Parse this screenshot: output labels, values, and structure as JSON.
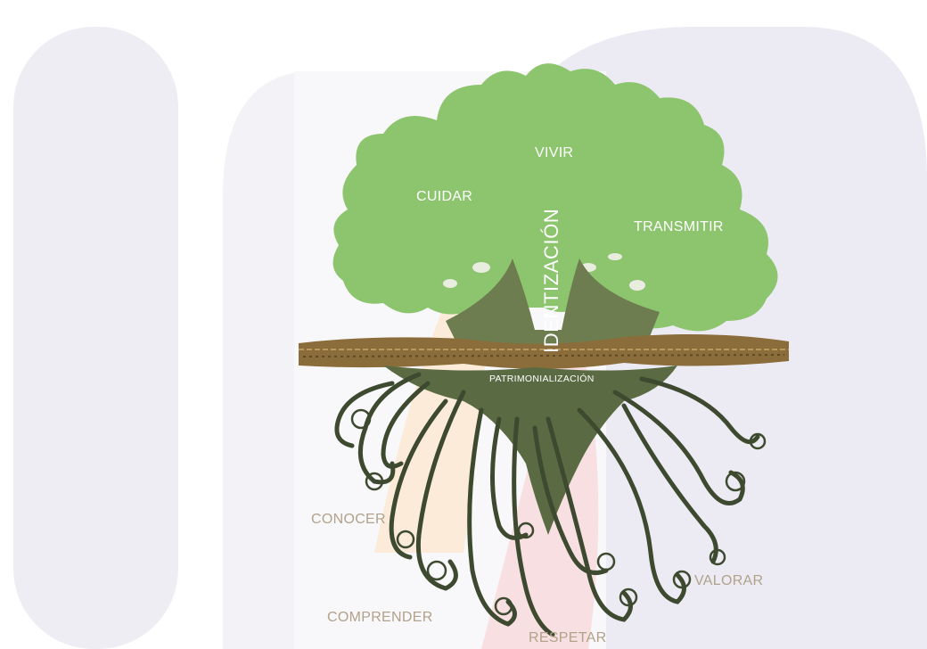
{
  "tree_labels": {
    "vivir": "VIVIR",
    "cuidar": "CUIDAR",
    "transmitir": "TRANSMITIR",
    "identizacion": "IDENTIZACIÓN",
    "patrimonializacion": "PATRIMONIALIZACIÓN"
  },
  "root_labels": {
    "conocer": "CONOCER",
    "comprender": "COMPRENDER",
    "respetar": "RESPETAR",
    "valorar": "VALORAR"
  },
  "colors": {
    "canopy": "#8dc46e",
    "trunk": "#6e7d4f",
    "roots": "#3e4a30",
    "soil": "#8a6d3a",
    "background_shape": "#ecebf3",
    "watermark_orange": "#fbe7cf",
    "watermark_pink": "#f7d9dc"
  }
}
